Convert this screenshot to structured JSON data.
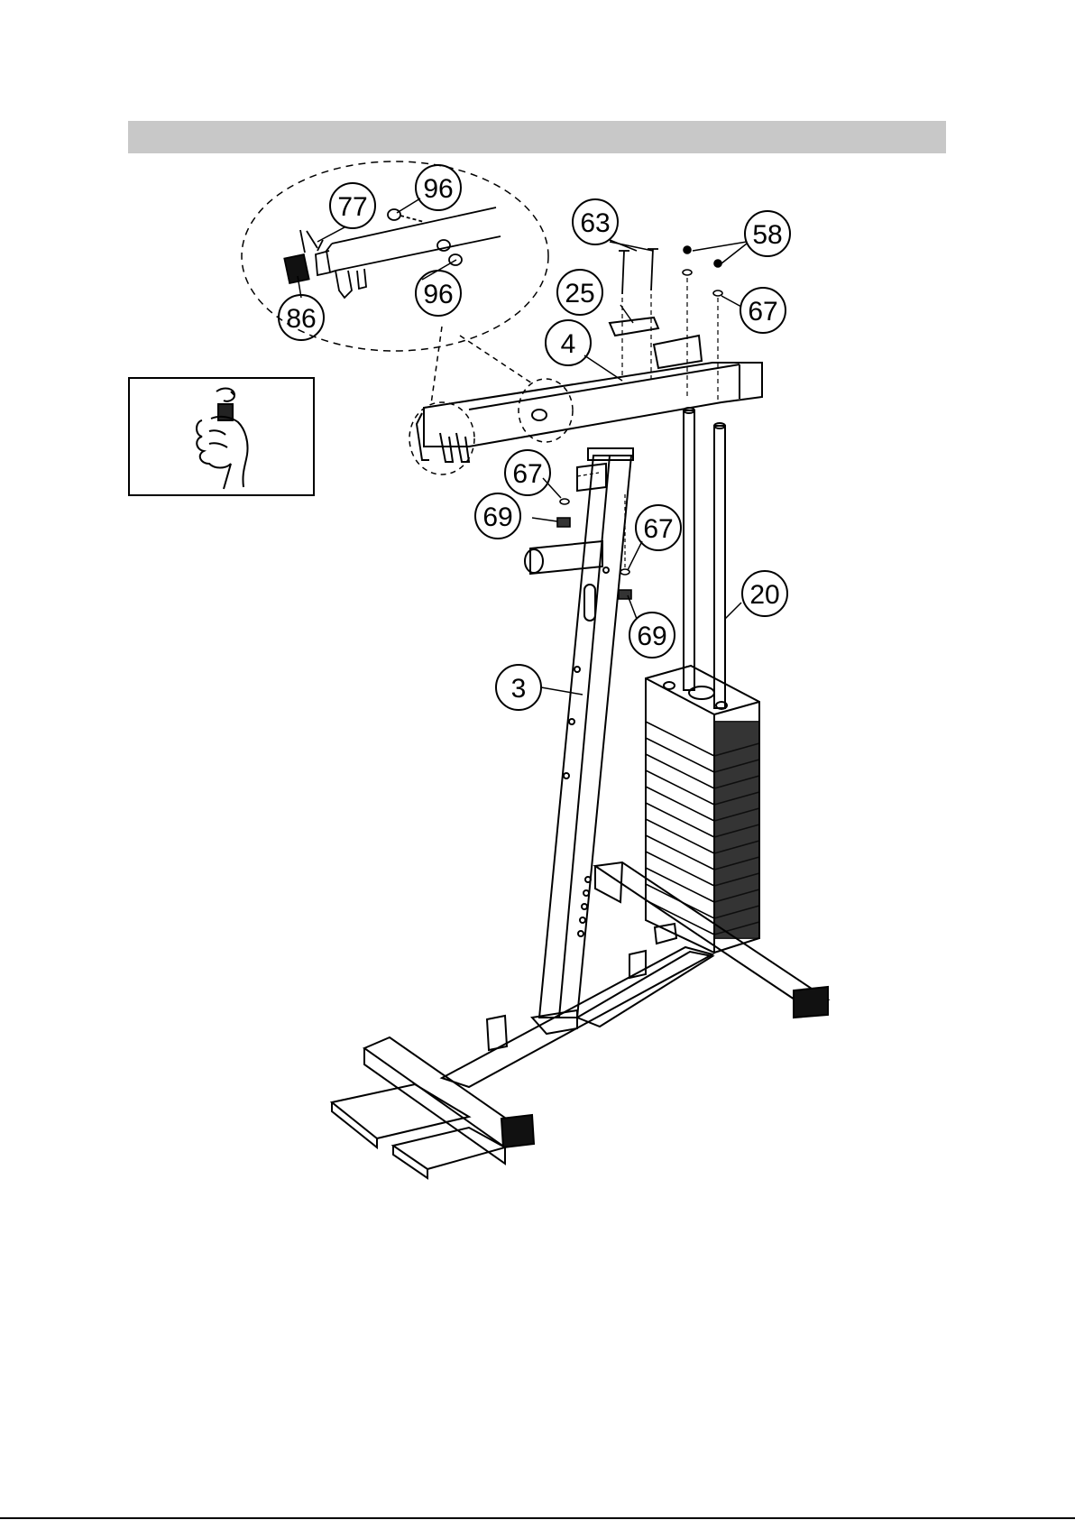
{
  "header": {
    "bar_color": "#c8c8c8"
  },
  "inset": {
    "icon": "hand-tightening-bolt-icon"
  },
  "callouts": [
    {
      "id": "part-77",
      "label": "77"
    },
    {
      "id": "part-96-top",
      "label": "96"
    },
    {
      "id": "part-96-bottom",
      "label": "96"
    },
    {
      "id": "part-86",
      "label": "86"
    },
    {
      "id": "part-63",
      "label": "63"
    },
    {
      "id": "part-58",
      "label": "58"
    },
    {
      "id": "part-25",
      "label": "25"
    },
    {
      "id": "part-67-top",
      "label": "67"
    },
    {
      "id": "part-4",
      "label": "4"
    },
    {
      "id": "part-67-left",
      "label": "67"
    },
    {
      "id": "part-69-left",
      "label": "69"
    },
    {
      "id": "part-67-right",
      "label": "67"
    },
    {
      "id": "part-69-right",
      "label": "69"
    },
    {
      "id": "part-20",
      "label": "20"
    },
    {
      "id": "part-3",
      "label": "3"
    }
  ]
}
